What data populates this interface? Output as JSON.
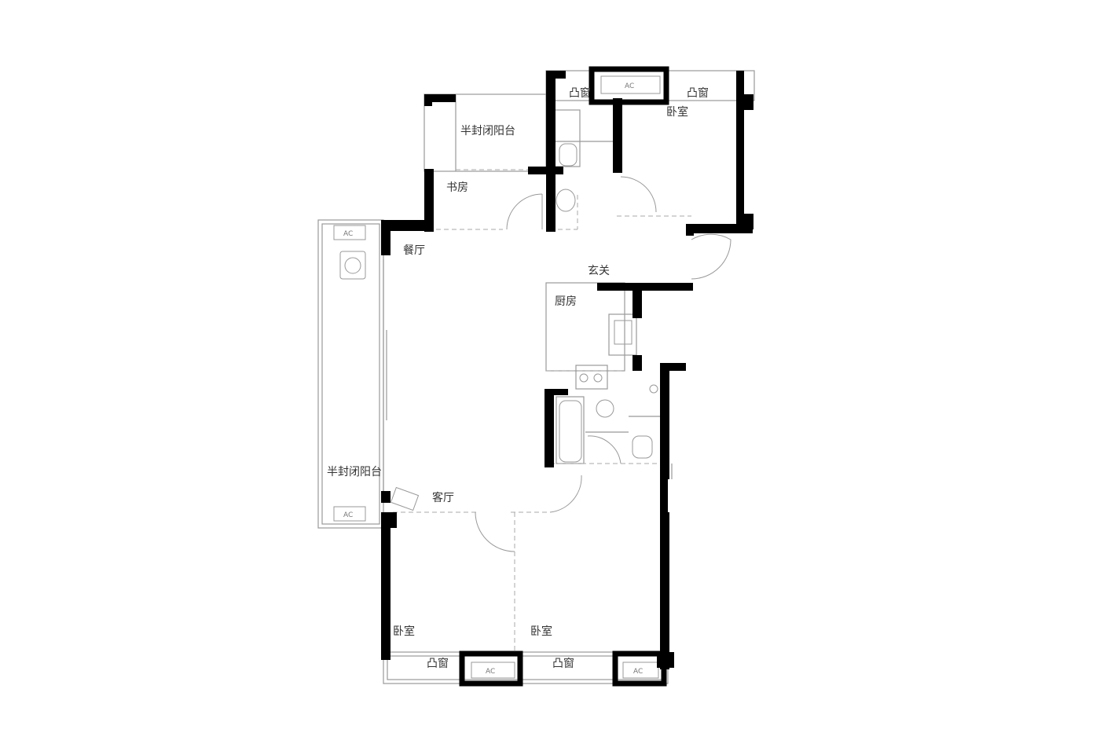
{
  "floorplan": {
    "rooms": {
      "bedroom_ne": "卧室",
      "bedroom_sw": "卧室",
      "bedroom_se": "卧室",
      "study": "书房",
      "dining": "餐厅",
      "living": "客厅",
      "foyer": "玄关",
      "kitchen": "厨房",
      "balcony_north": "半封闭阳台",
      "balcony_west": "半封闭阳台"
    },
    "bay_windows": {
      "ne_left": "凸窗",
      "ne_right": "凸窗",
      "sw": "凸窗",
      "se": "凸窗"
    },
    "ac_label": "AC"
  },
  "colors": {
    "wall": "#000000",
    "line": "#999999",
    "dash": "#aaaaaa",
    "text": "#333333"
  }
}
